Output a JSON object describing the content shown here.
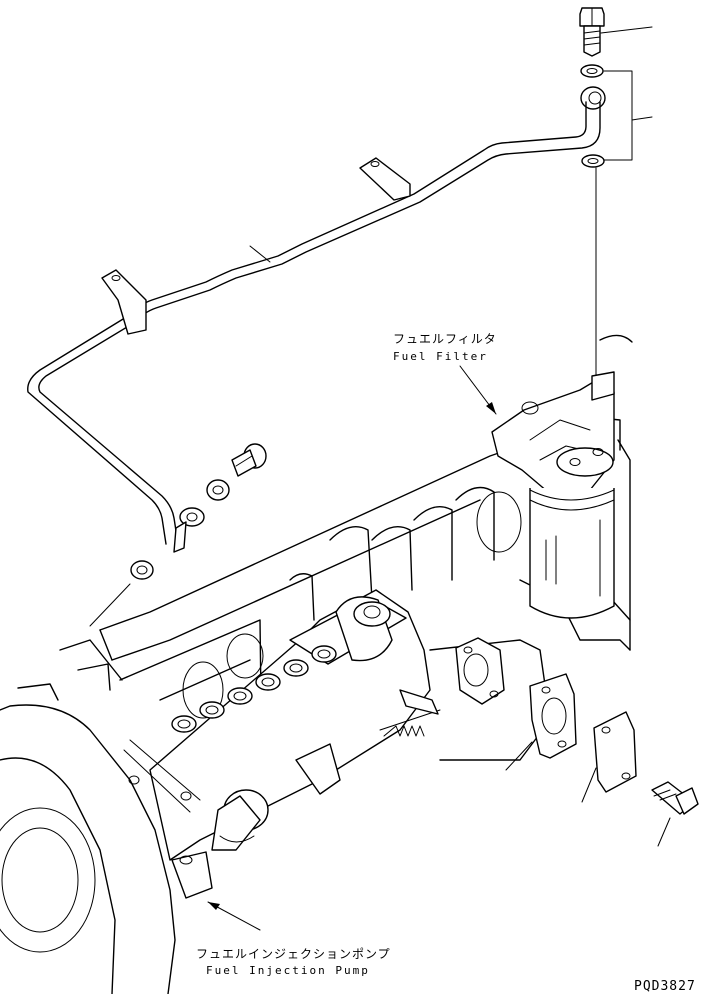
{
  "labels": {
    "fuel_filter": {
      "jp": "フュエルフィルタ",
      "en": "Fuel Filter"
    },
    "fuel_injection_pump": {
      "jp": "フュエルインジェクションポンプ",
      "en": "Fuel Injection Pump"
    }
  },
  "drawing_code": "PQD3827"
}
